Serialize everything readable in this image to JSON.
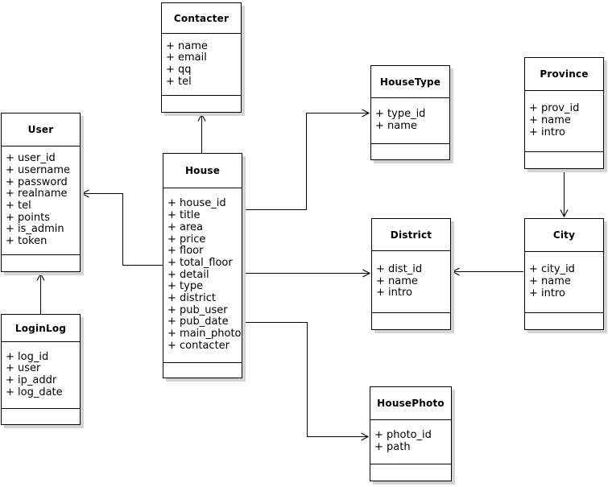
{
  "diagram": {
    "type": "uml-class-diagram",
    "background": "#ffffff",
    "colors": {
      "box_fill": "#ffffff",
      "box_border": "#000000",
      "line": "#000000",
      "text": "#000000",
      "shadow": "#d4d4d4"
    },
    "entities": {
      "contacter": {
        "title": "Contacter",
        "attributes": [
          "+ name",
          "+ email",
          "+ qq",
          "+ tel"
        ]
      },
      "user": {
        "title": "User",
        "attributes": [
          "+ user_id",
          "+ username",
          "+ password",
          "+ realname",
          "+ tel",
          "+ points",
          "+ is_admin",
          "+ token"
        ]
      },
      "house": {
        "title": "House",
        "attributes": [
          "+ house_id",
          "+ title",
          "+ area",
          "+ price",
          "+ floor",
          "+ total_floor",
          "+ detail",
          "+ type",
          "+ district",
          "+ pub_user",
          "+ pub_date",
          "+ main_photo",
          "+ contacter"
        ]
      },
      "housetype": {
        "title": "HouseType",
        "attributes": [
          "+ type_id",
          "+ name"
        ]
      },
      "province": {
        "title": "Province",
        "attributes": [
          "+ prov_id",
          "+ name",
          "+ intro"
        ]
      },
      "district": {
        "title": "District",
        "attributes": [
          "+ dist_id",
          "+ name",
          "+ intro"
        ]
      },
      "city": {
        "title": "City",
        "attributes": [
          "+ city_id",
          "+ name",
          "+ intro"
        ]
      },
      "loginlog": {
        "title": "LoginLog",
        "attributes": [
          "+ log_id",
          "+ user",
          "+ ip_addr",
          "+ log_date"
        ]
      },
      "housephoto": {
        "title": "HousePhoto",
        "attributes": [
          "+ photo_id",
          "+ path"
        ]
      }
    },
    "relationships": [
      {
        "from": "House",
        "to": "Contacter"
      },
      {
        "from": "House",
        "to": "User"
      },
      {
        "from": "House",
        "to": "HouseType"
      },
      {
        "from": "House",
        "to": "District"
      },
      {
        "from": "House",
        "to": "HousePhoto"
      },
      {
        "from": "LoginLog",
        "to": "User"
      },
      {
        "from": "Province",
        "to": "City"
      },
      {
        "from": "City",
        "to": "District"
      }
    ]
  }
}
